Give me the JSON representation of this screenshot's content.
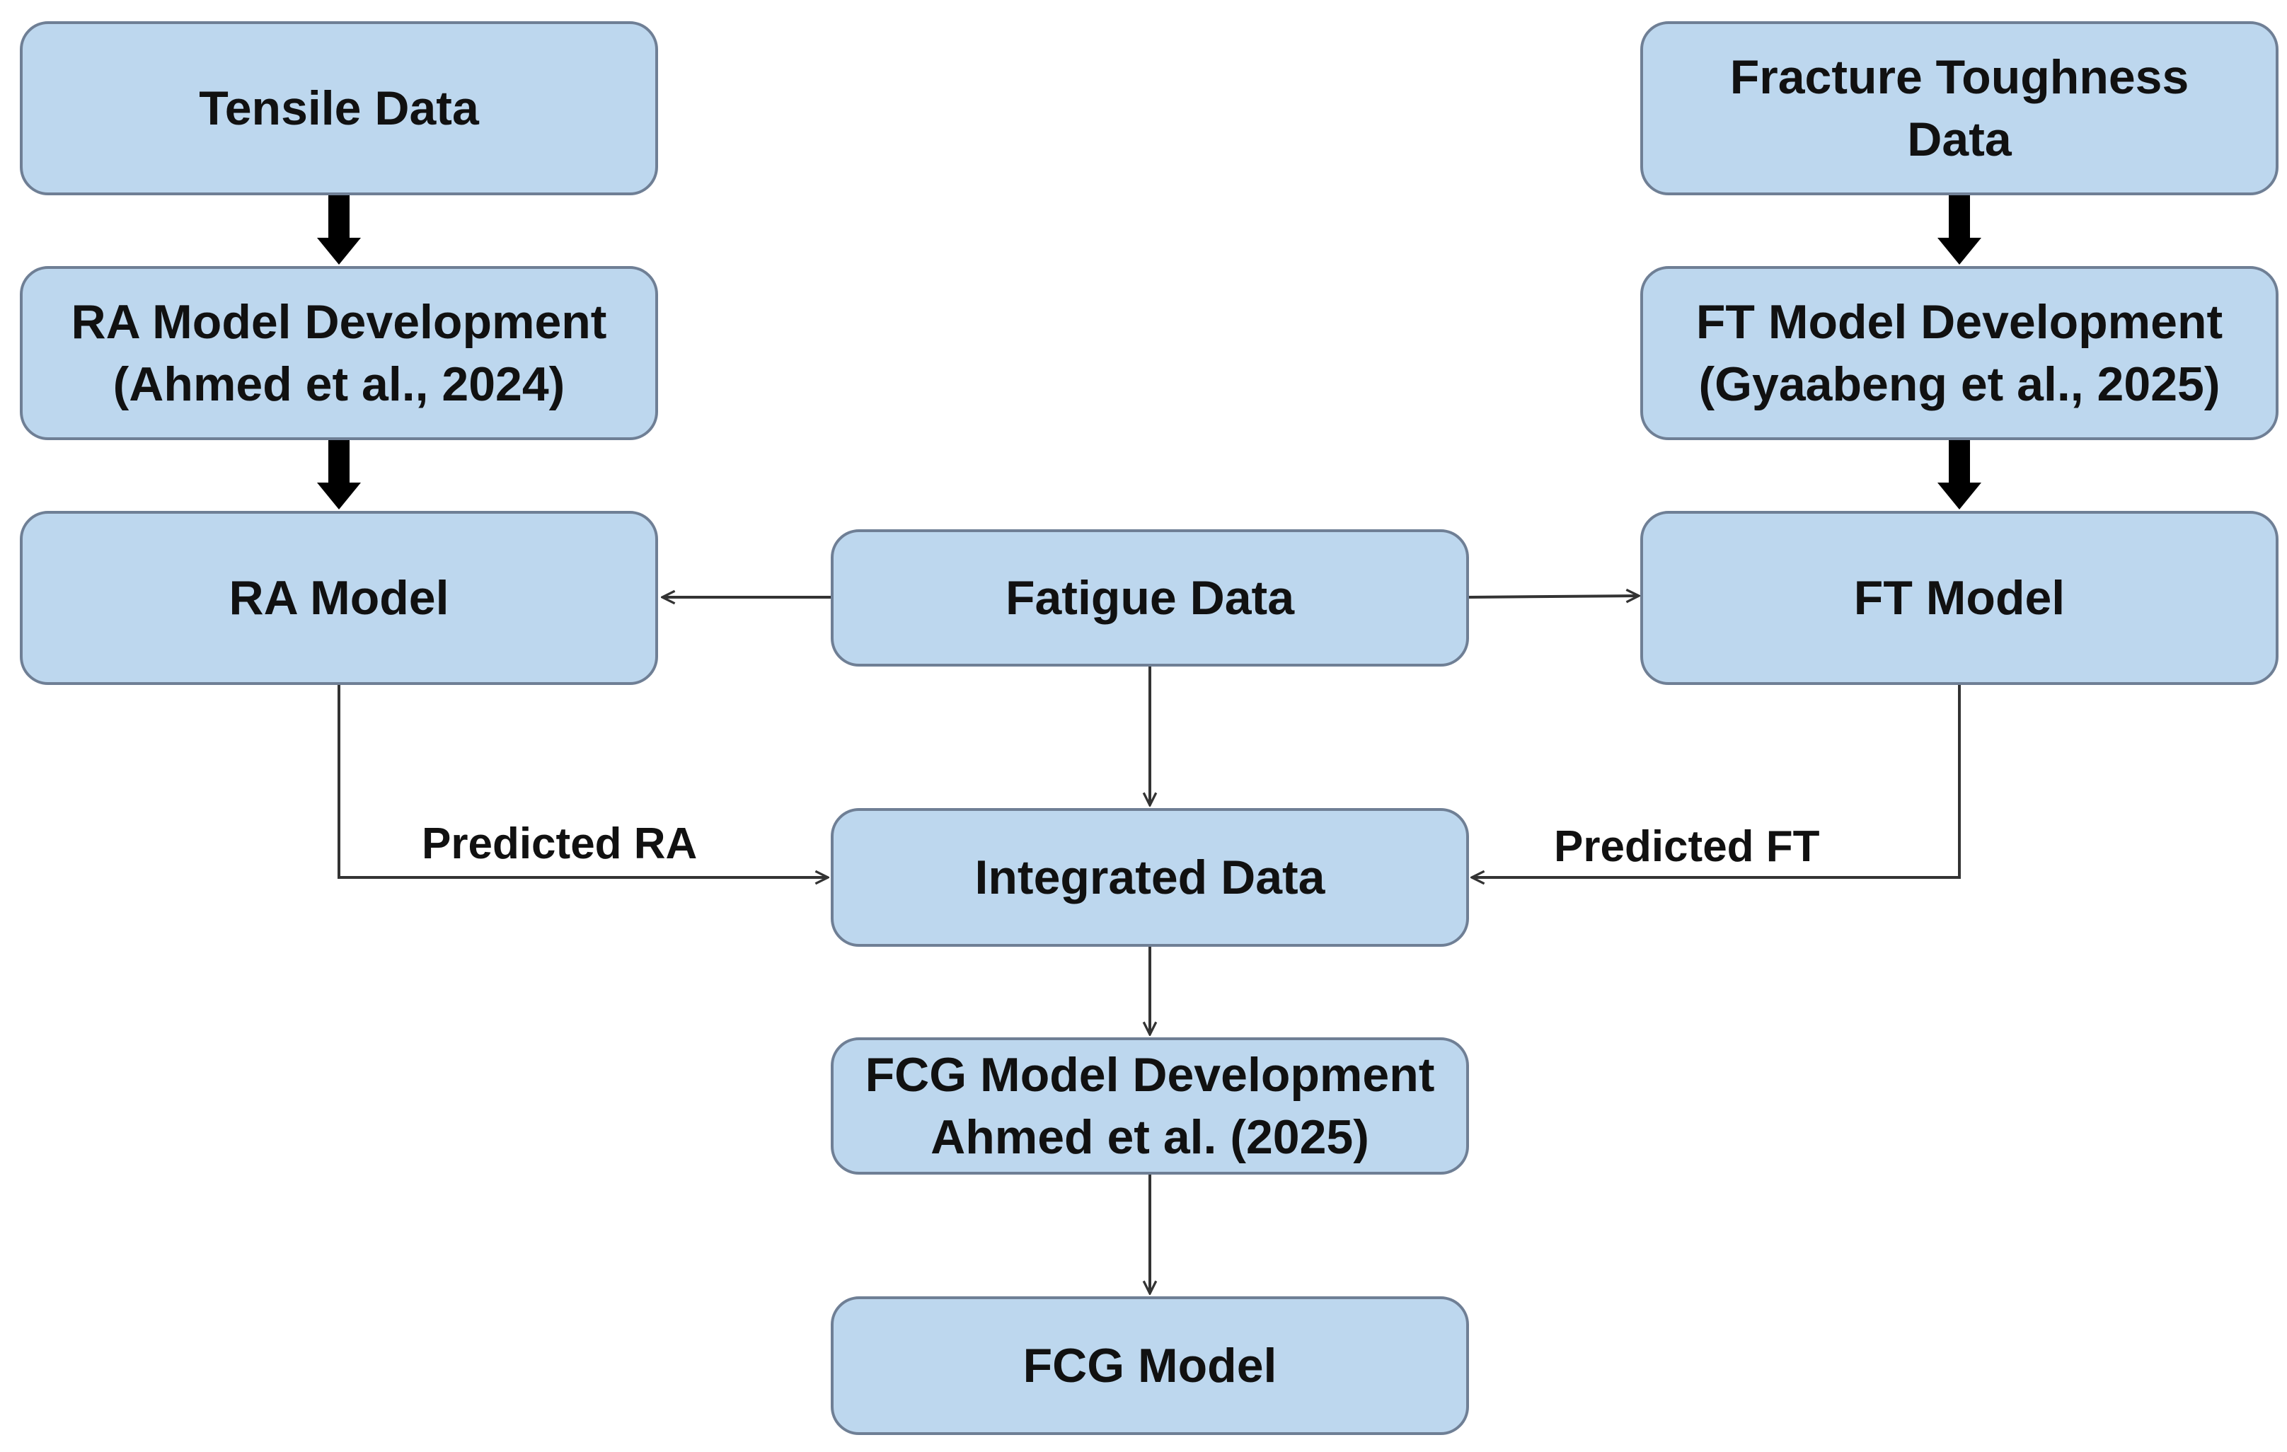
{
  "nodes": {
    "tensile_data": "Tensile Data",
    "ra_model_development": "RA Model Development\n(Ahmed et al., 2024)",
    "ra_model": "RA Model",
    "fracture_toughness_data": "Fracture Toughness\nData",
    "ft_model_development": "FT Model Development\n(Gyaabeng et al., 2025)",
    "ft_model": "FT Model",
    "fatigue_data": "Fatigue Data",
    "integrated_data": "Integrated Data",
    "fcg_model_development": "FCG Model Development\nAhmed et al. (2025)",
    "fcg_model": "FCG Model"
  },
  "edge_labels": {
    "predicted_ra": "Predicted RA",
    "predicted_ft": "Predicted FT"
  },
  "colors": {
    "node_fill": "#bdd7ee",
    "node_border": "#6f7f95",
    "connector": "#333333",
    "thick_arrow": "#000000"
  }
}
